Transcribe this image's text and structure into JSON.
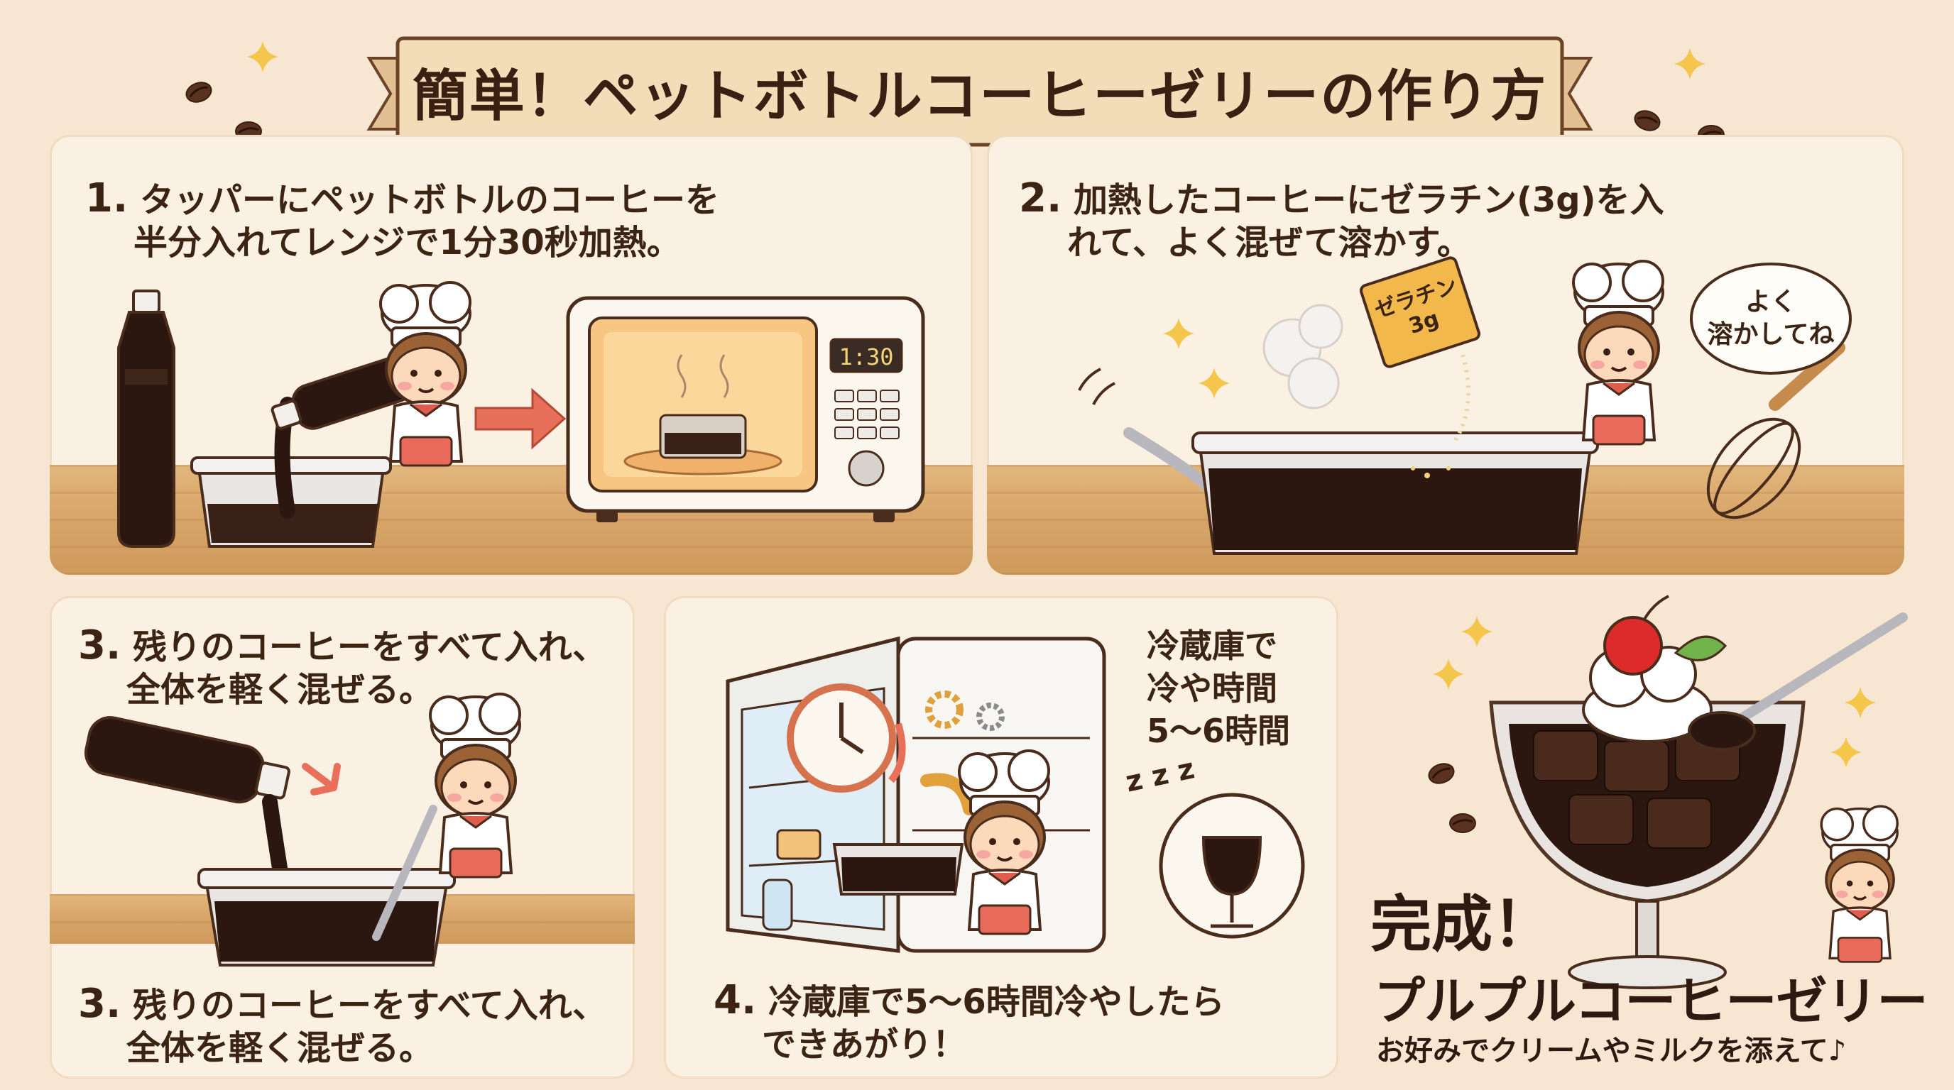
{
  "title": "簡単！ペットボトルコーヒーゼリーの作り方",
  "colors": {
    "background": "#f6e6d2",
    "panel": "#fbf1e3",
    "banner": "#f3dcb8",
    "coffee": "#2b1710",
    "arrow": "#e8705a",
    "text": "#3c2415"
  },
  "steps": [
    {
      "num": "1.",
      "line1": "タッパーにペットボトルのコーヒーを",
      "line2": "半分入れてレンジで1分30秒加熱。"
    },
    {
      "num": "2.",
      "line1": "加熱したコーヒーにゼラチン(3g)を入",
      "line2": "れて、よく混ぜて溶かす。"
    },
    {
      "num": "3.",
      "line1": "残りのコーヒーをすべて入れ、",
      "line2": "全体を軽く混ぜる。"
    },
    {
      "num": "3.",
      "line1": "残りのコーヒーをすべて入れ、",
      "line2": "全体を軽く混ぜる。"
    },
    {
      "num": "4.",
      "line1": "冷蔵庫で5〜6時間冷やしたら",
      "line2": "できあがり！"
    }
  ],
  "microwave": {
    "timer": "1:30"
  },
  "gelatin": {
    "line1": "ゼラチン",
    "line2": "3g"
  },
  "speech": {
    "line1": "よく",
    "line2": "溶かしてね"
  },
  "fridge_note": {
    "line1": "冷蔵庫で",
    "line2": "冷や時間",
    "line3": "5〜6時間"
  },
  "sleep": "z z z",
  "final": {
    "line1": "完成！",
    "line2": "プルプルコーヒーゼリー",
    "note": "お好みでクリームやミルクを添えて♪"
  }
}
